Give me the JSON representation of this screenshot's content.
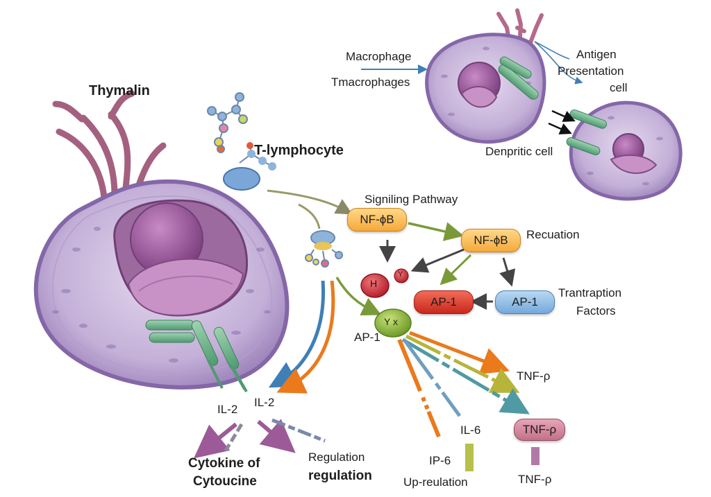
{
  "title": "Thymalin",
  "cells": {
    "t_lymphocyte": "T-lymphocyte",
    "macrophage": "Macrophage",
    "tmacrophages": "Tmacrophages",
    "antigen_presentation": [
      "Antigen",
      "Presentation",
      "cell"
    ],
    "dendritic": "Denpritic cell"
  },
  "pathway": {
    "heading": "Signiling Pathway",
    "node_nfkb_1": "NF-ϕB",
    "node_nfkb_2": "NF-ϕB",
    "recuation": "Recuation",
    "node_ap1_red": "AP-1",
    "node_ap1_blue": "AP-1",
    "transcription": [
      "Trantraption",
      "Factors"
    ],
    "ap1_label": "AP-1",
    "small_h": "H",
    "small_y": "Y",
    "small_yx": "Y x"
  },
  "outputs": {
    "il2_left": "IL-2",
    "il2_right": "IL-2",
    "cytokine": [
      "Cytokine of",
      "Cytoucine"
    ],
    "regulation": [
      "Regulation",
      "regulation"
    ],
    "tnf_top": "TNF-ρ",
    "il6": "IL-6",
    "ip6": "IP-6",
    "upregulation": "Up-reulation",
    "tnf_box": "TNF-ρ",
    "tnf_bottom": "TNF-ρ"
  },
  "colors": {
    "cell_membrane": "#9b82b8",
    "cell_body": "#c9b6dc",
    "nucleus": "#a86fa8",
    "receptor_green": "#6fae8a",
    "receptor_pink": "#b56a8a",
    "arrow_olive": "#7a9a3a",
    "arrow_dark": "#444444",
    "arrow_orange": "#ea7a1c",
    "arrow_blue": "#3f7fb5",
    "arrow_purple": "#9c5a98",
    "arrow_teal": "#4f9aa3"
  }
}
